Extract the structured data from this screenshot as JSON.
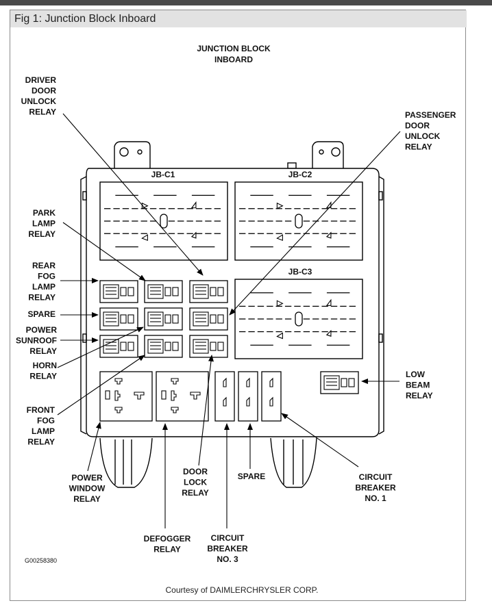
{
  "figure": {
    "title": "Fig 1: Junction Block Inboard"
  },
  "diagram": {
    "heading": [
      "JUNCTION BLOCK",
      "INBOARD"
    ],
    "connectors": [
      "JB-C1",
      "JB-C2",
      "JB-C3"
    ],
    "labels": {
      "driver_door_unlock_relay": [
        "DRIVER",
        "DOOR",
        "UNLOCK",
        "RELAY"
      ],
      "passenger_door_unlock_relay": [
        "PASSENGER",
        "DOOR",
        "UNLOCK",
        "RELAY"
      ],
      "park_lamp_relay": [
        "PARK",
        "LAMP",
        "RELAY"
      ],
      "rear_fog_lamp_relay": [
        "REAR",
        "FOG",
        "LAMP",
        "RELAY"
      ],
      "spare_left": [
        "SPARE"
      ],
      "power_sunroof_relay": [
        "POWER",
        "SUNROOF",
        "RELAY"
      ],
      "horn_relay": [
        "HORN",
        "RELAY"
      ],
      "front_fog_lamp_relay": [
        "FRONT",
        "FOG",
        "LAMP",
        "RELAY"
      ],
      "power_window_relay": [
        "POWER",
        "WINDOW",
        "RELAY"
      ],
      "defogger_relay": [
        "DEFOGGER",
        "RELAY"
      ],
      "door_lock_relay": [
        "DOOR",
        "LOCK",
        "RELAY"
      ],
      "circuit_breaker_no3": [
        "CIRCUIT",
        "BREAKER",
        "NO. 3"
      ],
      "spare_bottom": [
        "SPARE"
      ],
      "circuit_breaker_no1": [
        "CIRCUIT",
        "BREAKER",
        "NO. 1"
      ],
      "low_beam_relay": [
        "LOW",
        "BEAM",
        "RELAY"
      ]
    },
    "figure_code": "G00258380",
    "courtesy": "Courtesy of DAIMLERCHRYSLER CORP."
  }
}
